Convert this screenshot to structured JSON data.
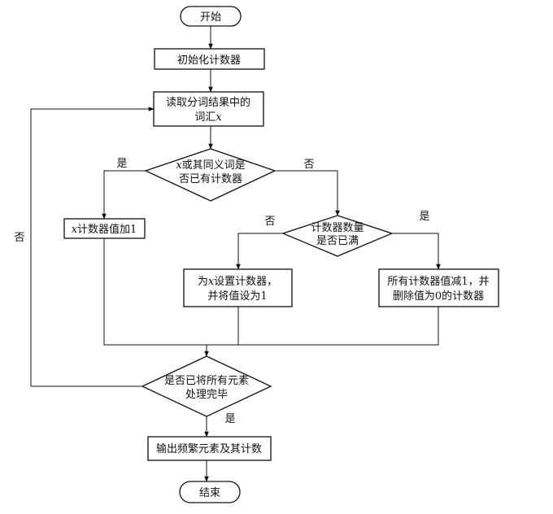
{
  "nodes": {
    "start": {
      "text": "开始"
    },
    "init": {
      "text": "初始化计数器"
    },
    "read": {
      "line1": "读取分词结果中的",
      "line2_prefix": "词汇",
      "line2_var": "x"
    },
    "d1": {
      "line1_var": "x",
      "line1_rest": "或其同义词是",
      "line2": "否已有计数器"
    },
    "inc": {
      "var": "x",
      "rest": "计数器值加1"
    },
    "d2": {
      "line1": "计数器数量",
      "line2": "是否已满"
    },
    "setc": {
      "line1_prefix": "为",
      "line1_var": "x",
      "line1_rest": "设置计数器，",
      "line2": "并将值设为1"
    },
    "dec": {
      "line1": "所有计数器值减1，并",
      "line2": "删除值为0的计数器"
    },
    "d3": {
      "line1": "是否已将所有元素",
      "line2": "处理完毕"
    },
    "out": {
      "text": "输出频繁元素及其计数"
    },
    "end": {
      "text": "结束"
    }
  },
  "edge_labels": {
    "d1_yes": "是",
    "d1_no": "否",
    "d2_no": "否",
    "d2_yes": "是",
    "loop_no": "否",
    "d3_yes": "是"
  }
}
